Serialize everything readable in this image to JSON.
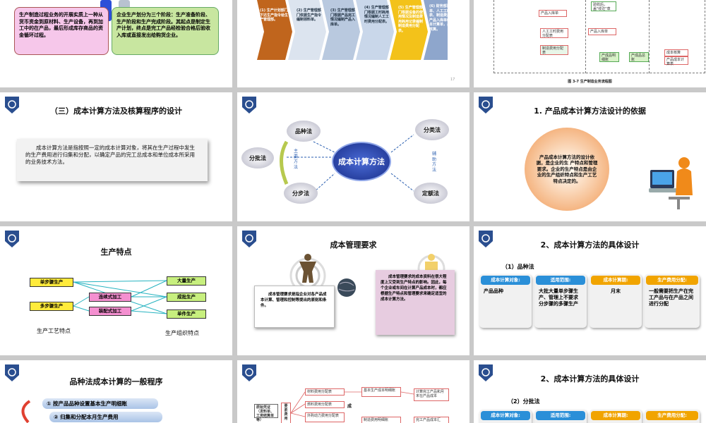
{
  "s1": {
    "left": "生产制造过程业务的开展实质上一种从货币资金到原材料、生产设备，再到加工中的在产品，最后形成库存商品的资金循环过程。",
    "right": "企业生产划分为三个阶段：生产准备阶段、生产阶段和生产完成阶段。其起点是制定生产计划，终点是完工产品经检验合格后验收入库或直接发出给购货企业。"
  },
  "s2": {
    "steps": [
      "(1) 生产计划部门下达生产指令给生产管理部。",
      "(2) 生产管理部门依据生产指令编制领料单。",
      "(3) 生产管理部门根据产品完工情况编制产品入库单。",
      "(4) 生产管理部门根据工时耗用情况编制人工工时费用分配表。",
      "(5) 生产管理部门根据设备的使用情况及制造费用耗用记录编制制造费用分配表。",
      "(6) 财务部门依据领料单、人工工时费用分配表、制造费用分配表和产品入库单编制产品成本计算单，并进行成本核算。"
    ],
    "page": "17"
  },
  "s3": {
    "caption": "图 3-7 生产制造业务流程图",
    "n1": "产品入库单",
    "n2": "人工工时费用分配表",
    "n3": "制造费用分配表",
    "n4": "产品入库单",
    "n5": "产成品明细账",
    "n6": "产成品总账",
    "n7": "成本核算",
    "n8": "产品成本计算表",
    "n9": "验收后，盖\"收讫\"章"
  },
  "s4": {
    "title": "（三）成本计算方法及核算程序的设计",
    "body": "成本计算方法是指按照一定的成本计算对象，将其在生产过程中发生的生产费用进行归集和分配，以确定产品的完工总成本和单位成本所采用的业务技术方法。"
  },
  "s5": {
    "center": "成本计算方法",
    "m1": "品种法",
    "m2": "分批法",
    "m3": "分步法",
    "a1": "分类法",
    "a2": "定额法",
    "main": "主要方法",
    "aux": "辅助方法"
  },
  "s6": {
    "title": "1. 产品成本计算方法设计的依据",
    "body": "产品成本计算方法的设计依据，是企业的生 产特点和管理要求。企业的生产特点是由企业的生产组织特点和生产工艺特点决定的。"
  },
  "s7": {
    "title": "生产特点",
    "l1": "单步骤生产",
    "l2": "多步骤生产",
    "m1": "连续式加工",
    "m2": "装配式加工",
    "r1": "大量生产",
    "r2": "成批生产",
    "r3": "单件生产",
    "f1": "生产工艺特点",
    "f2": "生产组织特点"
  },
  "s8": {
    "title": "成本管理要求",
    "left": "成本管理要求是指企业对各产品成本计算、管理和控制等提出的原则和条件。",
    "right": "成本管理要求的成本资料在很大程度上又受到生产特点的影响。因此，每个企业或车间在计算产品成本时，都应根据生产特点和管理要求来确定适宜的成本计算方法。"
  },
  "s9": {
    "title": "2、成本计算方法的具体设计",
    "sub": "（1）品种法",
    "h1": "成本计算对象:",
    "h2": "适用范围:",
    "h3": "成本计算期:",
    "h4": "生产费用分配:",
    "c1": "产品品种",
    "c2": "大批大量单步骤生产、管理上不要求分步骤的多骤生产",
    "c3": "月末",
    "c4": "一般需要把生产在完工产品与在产品之间进行分配"
  },
  "s10": {
    "title": "品种法成本计算的一般程序",
    "step1": "① 按产品品种设置基本生产明细账",
    "step2": "② 归集和分配本月生产费用"
  },
  "s11": {
    "b1": "原始凭证（发料单、工资结算单等）",
    "b2": "要素费用",
    "b3": "材料费用分配表",
    "b4": "燃料费用分配表",
    "b5": "外购动力费用分配表",
    "b6": "基本生产成本明细账",
    "b7": "计算完工产品和月末在产品成本",
    "b8": "制造费用明细账",
    "b9": "完工产品成本汇",
    "b10": "成"
  },
  "s12": {
    "title": "2、成本计算方法的具体设计",
    "sub": "（2）分批法",
    "h1": "成本计算对象:",
    "h2": "适用范围:",
    "h3": "成本计算期:",
    "h4": "生产费用分配:"
  }
}
